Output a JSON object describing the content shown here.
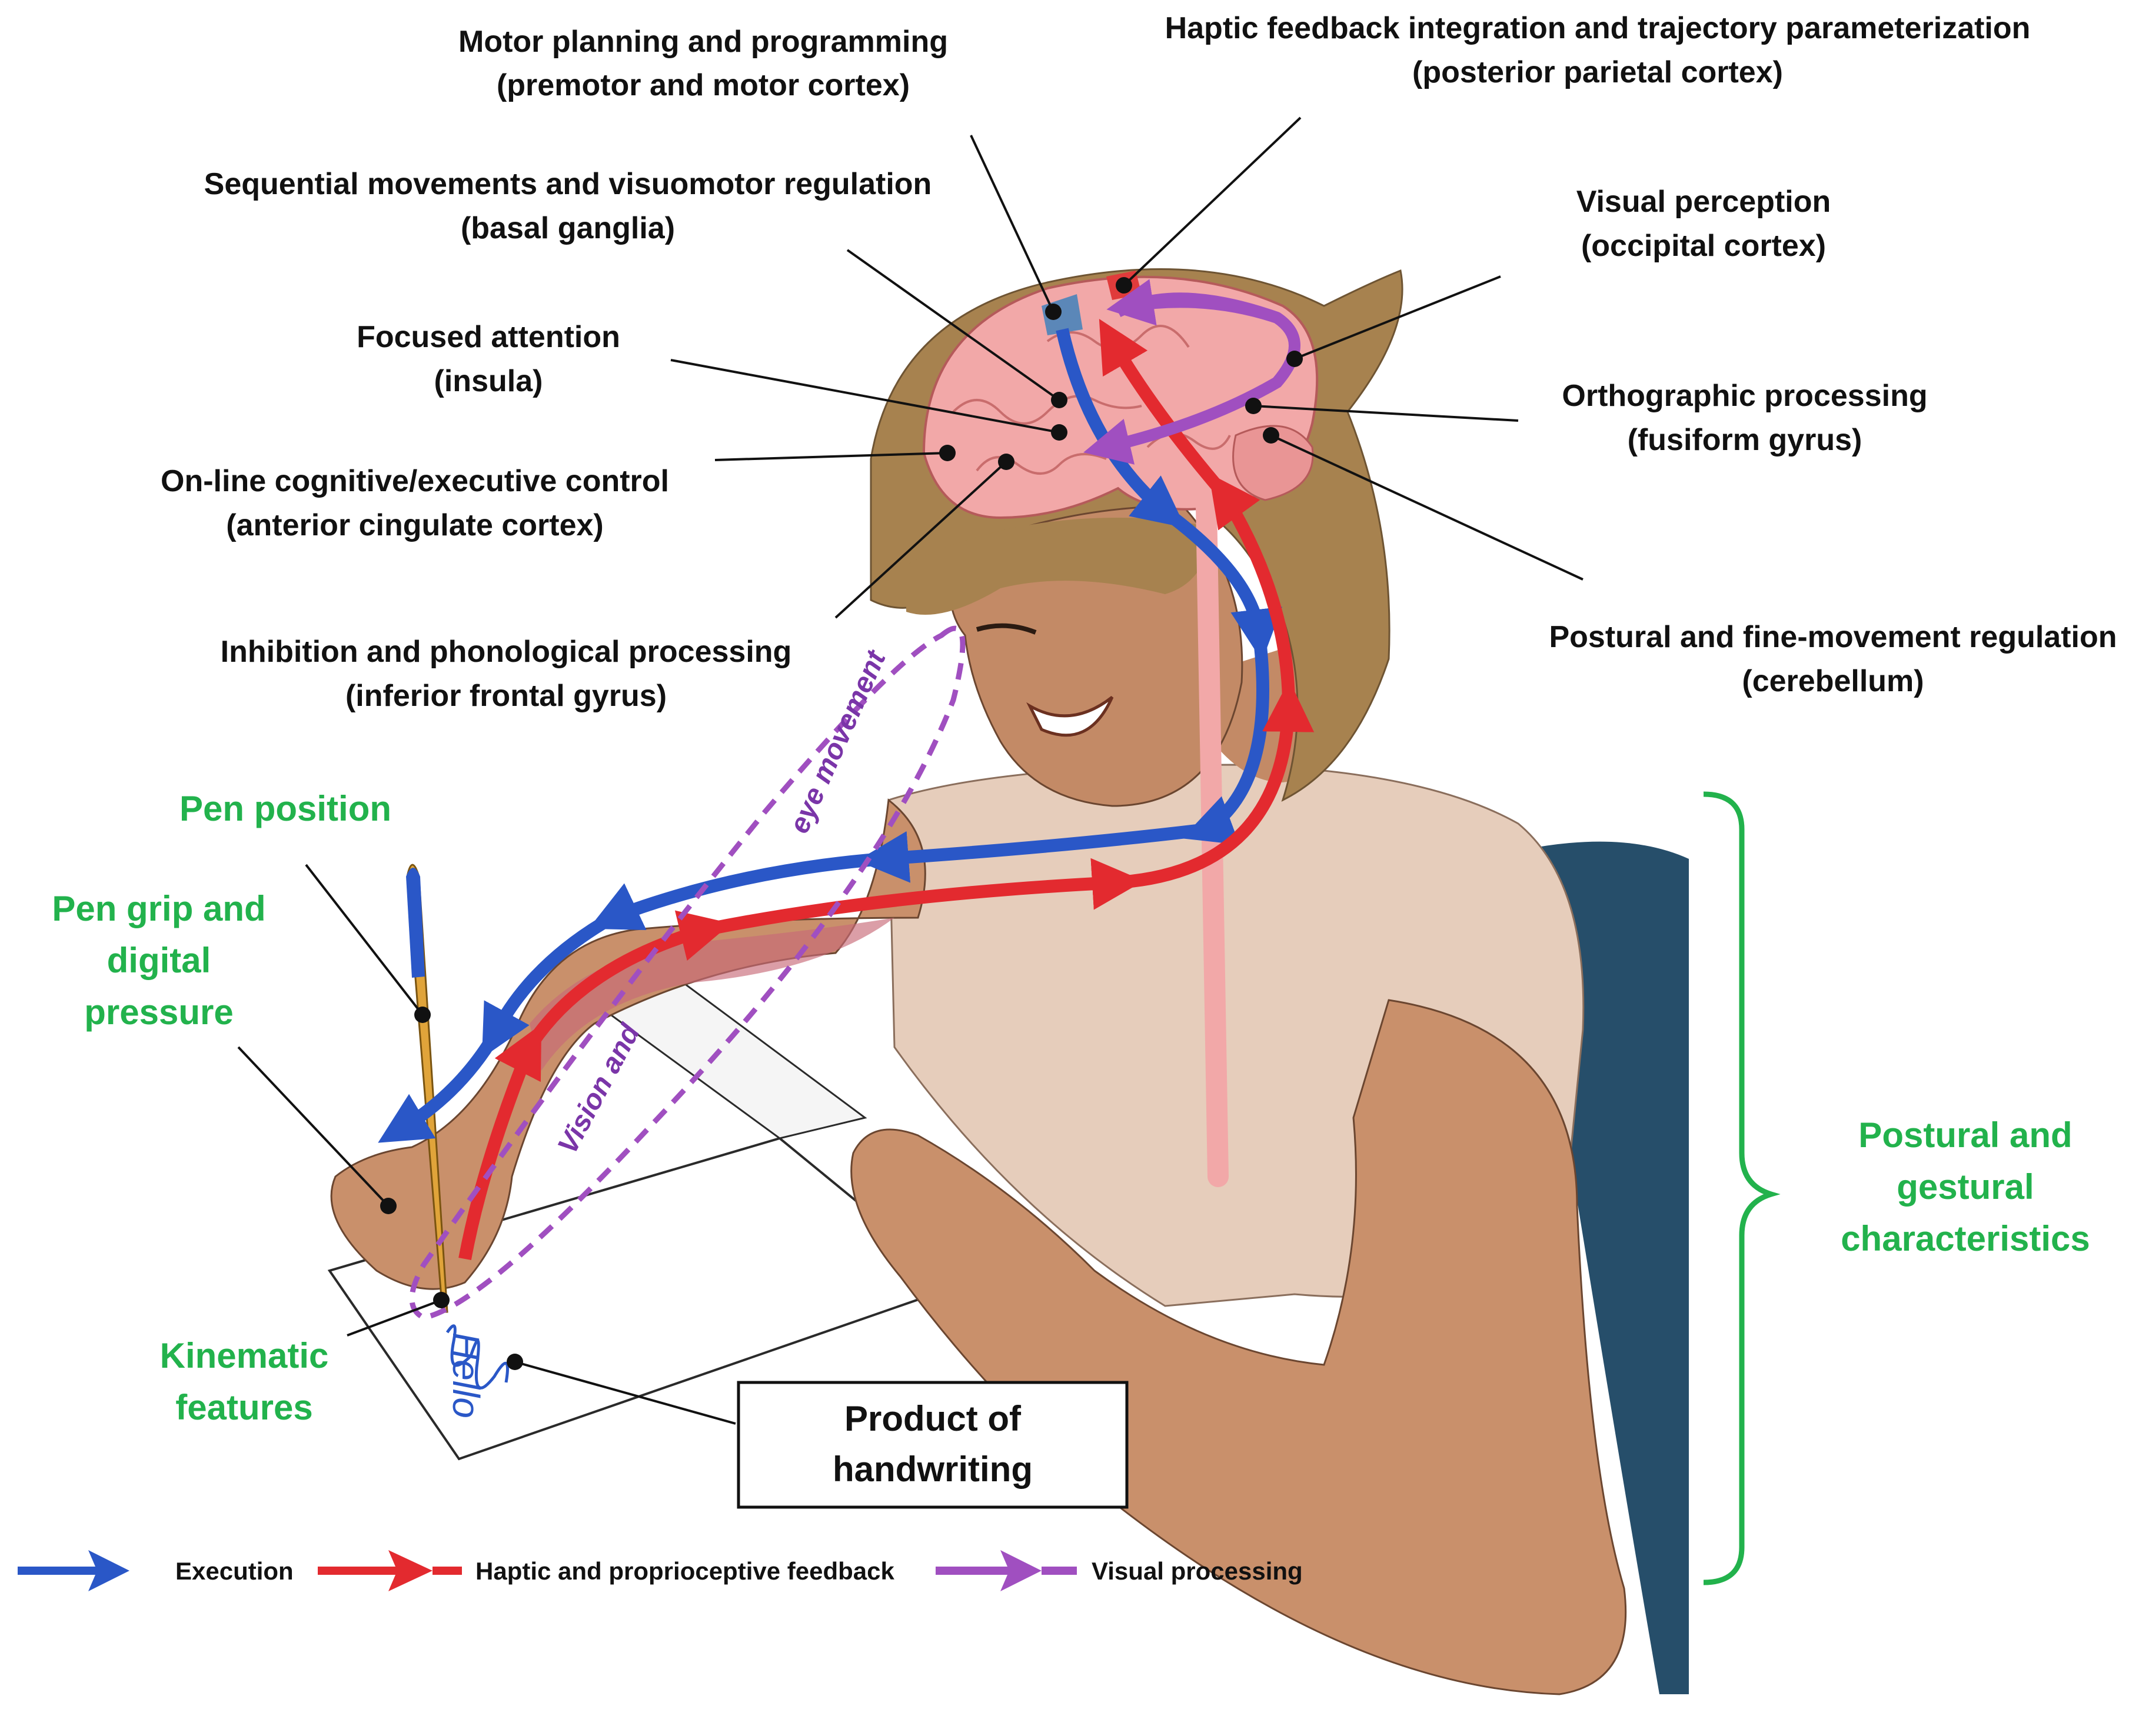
{
  "colors": {
    "execution": "#2a57c7",
    "feedback": "#e32a2f",
    "visual": "#a04fc0",
    "green": "#22b24c",
    "skin": "#c9906b",
    "hair": "#a7824f",
    "shirt": "#e6cdbb",
    "chair": "#264e6a",
    "brain": "#f2a8a8"
  },
  "brain_labels": [
    {
      "id": "motor",
      "line1": "Motor planning and programming",
      "line2": "(premotor and motor cortex)"
    },
    {
      "id": "haptic",
      "line1": "Haptic feedback integration and trajectory parameterization",
      "line2": "(posterior parietal cortex)"
    },
    {
      "id": "sequential",
      "line1": "Sequential movements and visuomotor regulation",
      "line2": "(basal ganglia)"
    },
    {
      "id": "visual",
      "line1": "Visual perception",
      "line2": "(occipital cortex)"
    },
    {
      "id": "attention",
      "line1": "Focused attention",
      "line2": "(insula)"
    },
    {
      "id": "ortho",
      "line1": "Orthographic processing",
      "line2": "(fusiform gyrus)"
    },
    {
      "id": "online",
      "line1": "On-line cognitive/executive control",
      "line2": "(anterior cingulate cortex)"
    },
    {
      "id": "postural",
      "line1": "Postural and fine-movement regulation",
      "line2": "(cerebellum)"
    },
    {
      "id": "inhibition",
      "line1": "Inhibition and phonological processing",
      "line2": "(inferior frontal gyrus)"
    }
  ],
  "feature_labels": {
    "pen_position": "Pen position",
    "pen_grip": [
      "Pen grip and",
      "digital",
      "pressure"
    ],
    "kinematic": [
      "Kinematic",
      "features"
    ],
    "postural": [
      "Postural and",
      "gestural",
      "characteristics"
    ]
  },
  "product_box": [
    "Product of",
    "handwriting"
  ],
  "eye_loop": {
    "line1": "eye movement",
    "line2": "Vision and"
  },
  "paper_text": "Hello",
  "legend": [
    {
      "label": "Execution",
      "color": "#2a57c7"
    },
    {
      "label": "Haptic and proprioceptive feedback",
      "color": "#e32a2f"
    },
    {
      "label": "Visual processing",
      "color": "#a04fc0"
    }
  ]
}
